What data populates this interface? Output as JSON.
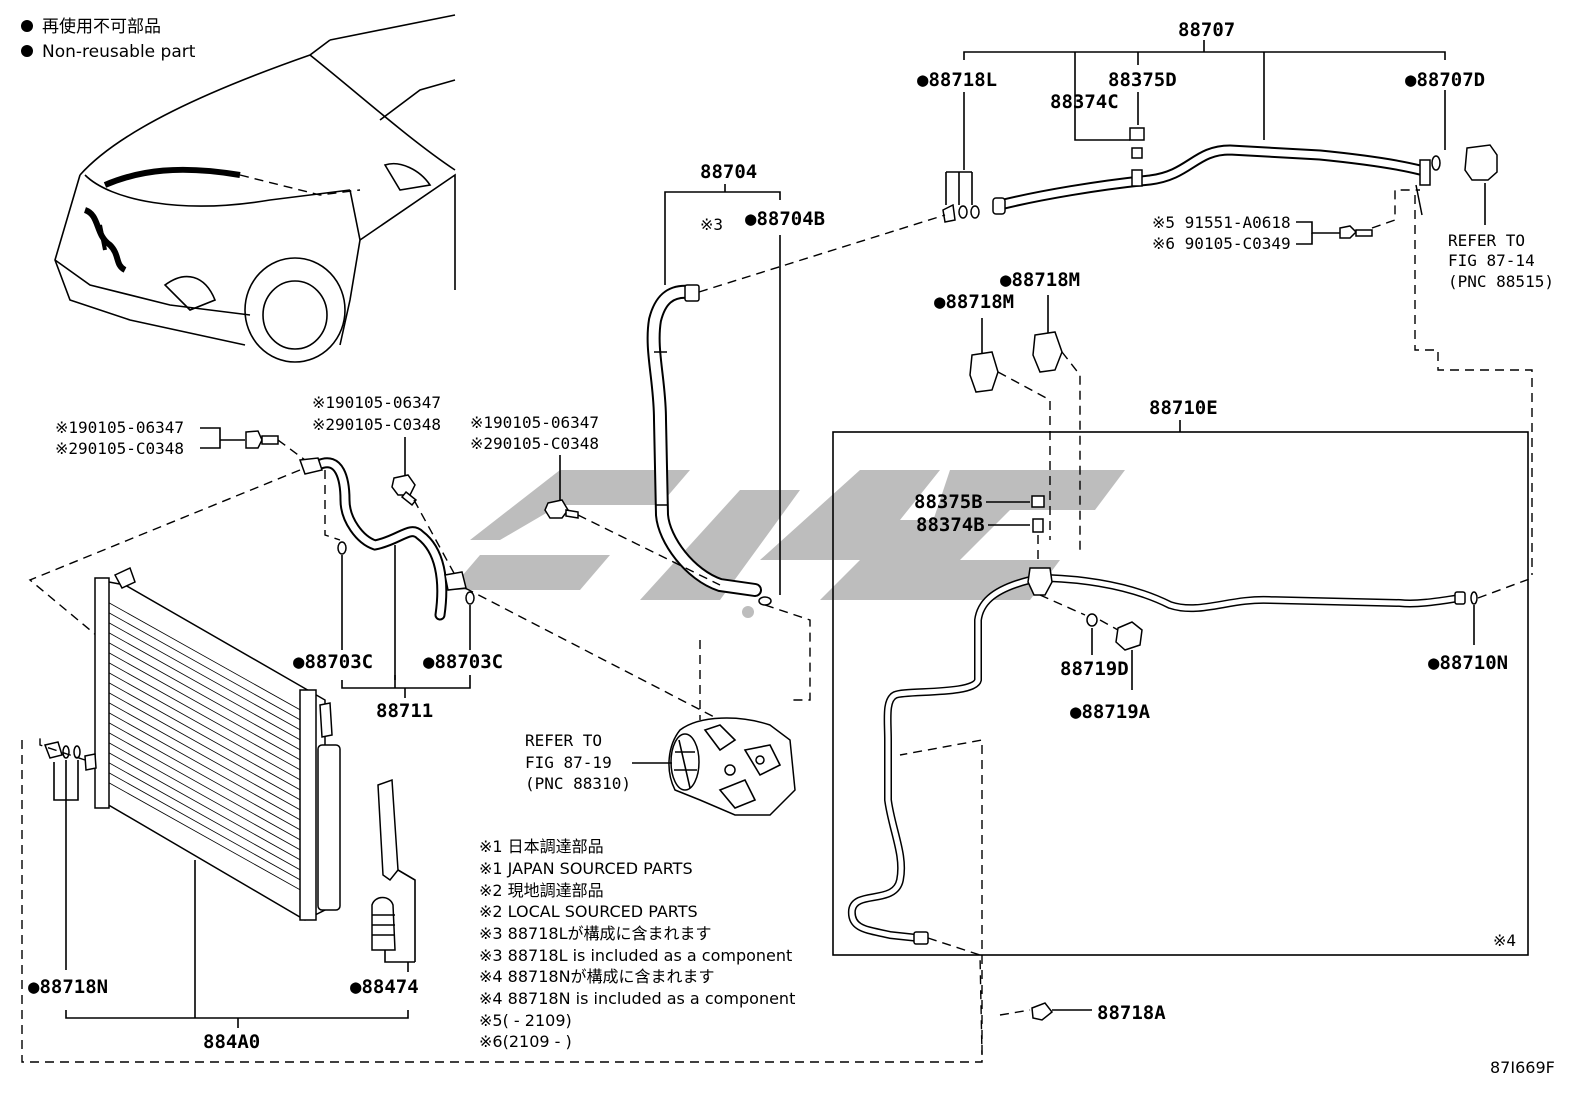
{
  "legend": {
    "jp": "再使用不可部品",
    "en": "Non-reusable part"
  },
  "callouts": {
    "p88707": "88707",
    "p88718L": "●88718L",
    "p88375D": "88375D",
    "p88374C": "88374C",
    "p88707D": "●88707D",
    "p88704": "88704",
    "p88704_note": "※3",
    "p88704B": "●88704B",
    "bolt_top_1": "※5 91551-A0618",
    "bolt_top_2": "※6 90105-C0349",
    "refer_top_1": "REFER TO",
    "refer_top_2": "FIG 87-14",
    "refer_top_3": "(PNC 88515)",
    "p88718M_a": "●88718M",
    "p88718M_b": "●88718M",
    "p88710E": "88710E",
    "bolt_left_1": "※190105-06347",
    "bolt_left_2": "※290105-C0348",
    "bolt_mid_1": "※190105-06347",
    "bolt_mid_2": "※290105-C0348",
    "bolt_right_1": "※190105-06347",
    "bolt_right_2": "※290105-C0348",
    "p88375B": "88375B",
    "p88374B": "88374B",
    "p88703C_a": "●88703C",
    "p88703C_b": "●88703C",
    "p88711": "88711",
    "p88719D": "88719D",
    "p88719A": "●88719A",
    "p88710N": "●88710N",
    "refer_mid_1": "REFER TO",
    "refer_mid_2": "FIG 87-19",
    "refer_mid_3": "(PNC 88310)",
    "p88718N": "●88718N",
    "p88474": "●88474",
    "p884A0": "884A0",
    "p88718A": "88718A",
    "box_note": "※4",
    "drawing_id": "87I669F"
  },
  "notes": [
    "※1 日本調達部品",
    "※1 JAPAN SOURCED PARTS",
    "※2 現地調達部品",
    "※2 LOCAL SOURCED PARTS",
    "※3 88718Lが構成に含まれます",
    "※3 88718L is included as a component",
    "※4 88718Nが構成に含まれます",
    "※4 88718N is included as a component",
    "※5(       - 2109)",
    "※6(2109 -        )"
  ],
  "colors": {
    "ink": "#000000",
    "watermark": "#bdbdbd",
    "background": "#ffffff"
  }
}
